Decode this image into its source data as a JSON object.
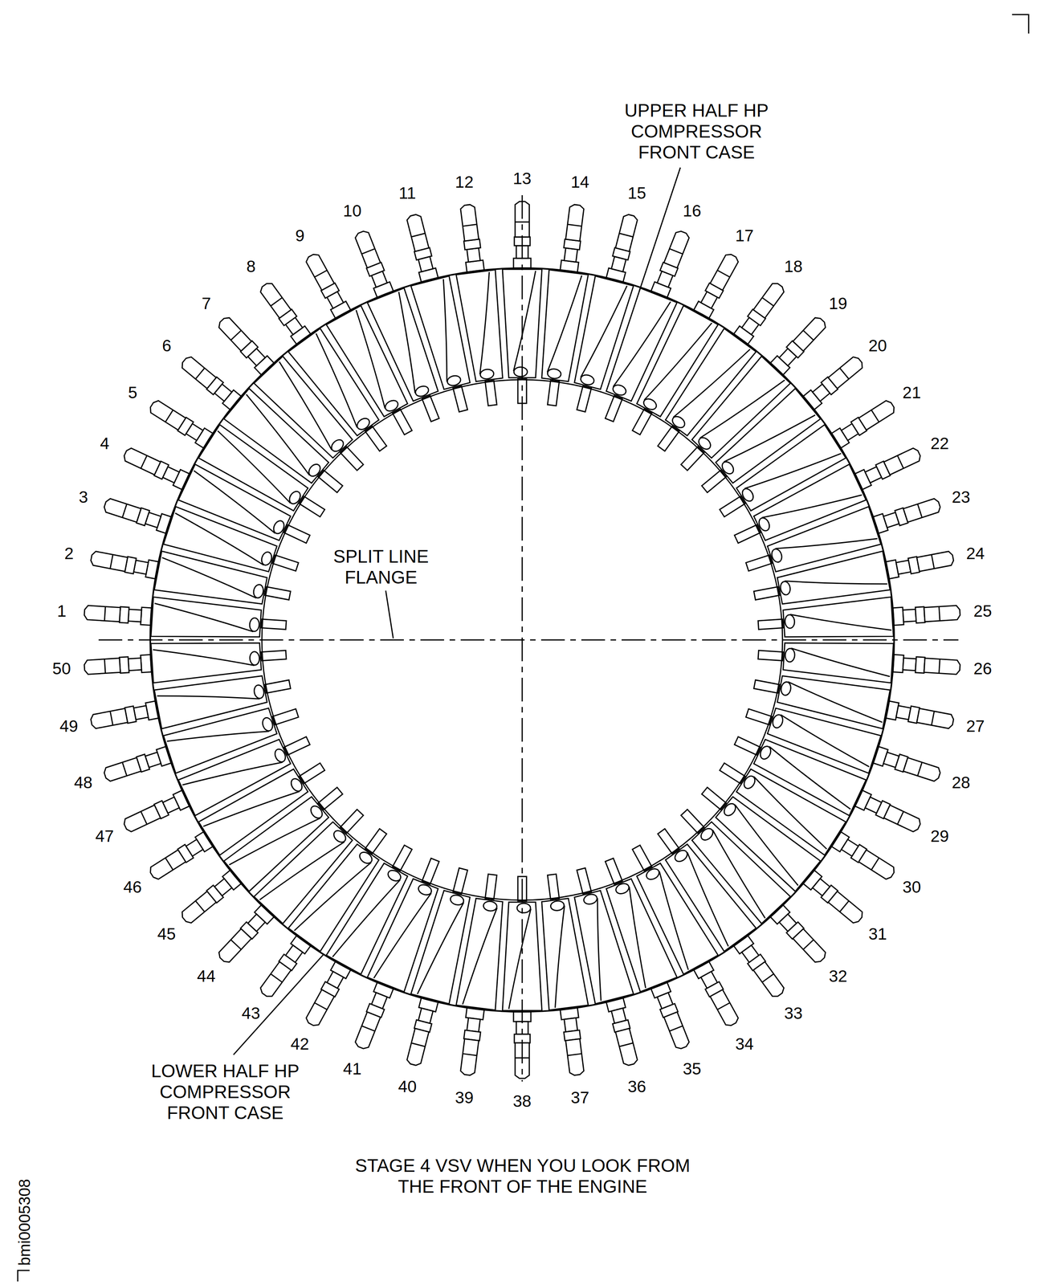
{
  "diagram": {
    "caption": "STAGE 4 VSV WHEN YOU LOOK FROM THE FRONT OF THE ENGINE",
    "labels": [
      "1",
      "2",
      "3",
      "4",
      "5",
      "6",
      "7",
      "8",
      "9",
      "10",
      "11",
      "12",
      "13",
      "14",
      "15",
      "16",
      "17",
      "18",
      "19",
      "20",
      "21",
      "22",
      "23",
      "24",
      "25",
      "26",
      "27",
      "28",
      "29",
      "30",
      "31",
      "32",
      "33",
      "34",
      "35",
      "36",
      "37",
      "38",
      "39",
      "40",
      "41",
      "42",
      "43",
      "44",
      "45",
      "46",
      "47",
      "48",
      "49",
      "50",
      "UPPER HALF HP COMPRESSOR FRONT CASE",
      "SPLIT LINE FLANGE",
      "LOWER HALF HP COMPRESSOR FRONT CASE",
      "bmi0005308"
    ]
  }
}
